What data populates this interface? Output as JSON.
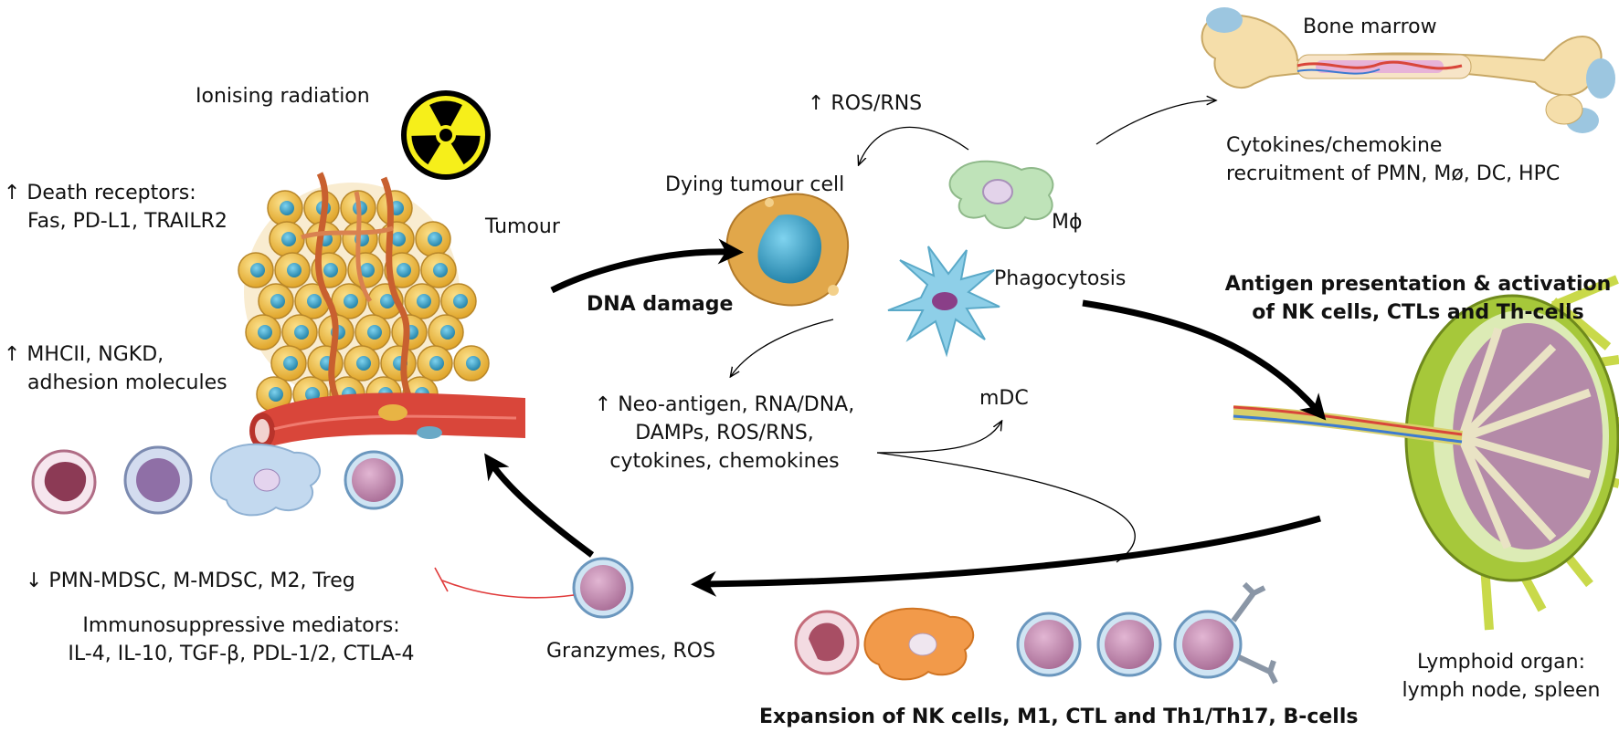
{
  "labels": {
    "ionising": "Ionising radiation",
    "tumour": "Tumour",
    "death_receptors": {
      "line1": "↑ Death receptors:",
      "line2": "Fas, PD-L1, TRAILR2"
    },
    "mhc": {
      "line1": "↑ MHCII, NGKD,",
      "line2": "adhesion molecules"
    },
    "dying": "Dying tumour cell",
    "dna_damage": "DNA damage",
    "ros_rns": "↑ ROS/RNS",
    "mphi": "Mϕ",
    "phagocytosis": "Phagocytosis",
    "mdc": "mDC",
    "neo": {
      "line1": "↑ Neo-antigen, RNA/DNA,",
      "line2": "DAMPs, ROS/RNS,",
      "line3": "cytokines, chemokines"
    },
    "bone_marrow": "Bone marrow",
    "cytokines": {
      "line1": "Cytokines/chemokine",
      "line2": "recruitment of PMN, Mø, DC, HPC"
    },
    "antigen": {
      "line1": "Antigen presentation & activation",
      "line2": "of NK cells, CTLs and Th-cells"
    },
    "lymphoid": {
      "line1": "Lymphoid organ:",
      "line2": "lymph node, spleen"
    },
    "expansion": "Expansion of NK cells, M1, CTL and Th1/Th17, B-cells",
    "granzymes": "Granzymes, ROS",
    "suppress": "↓ PMN-MDSC, M-MDSC, M2, Treg",
    "immuno": {
      "line1": "Immunosuppressive mediators:",
      "line2": "IL-4, IL-10, TGF-β, PDL-1/2, CTLA-4"
    }
  },
  "colors": {
    "tumour_cell": "#f2c24a",
    "nucleus": "#2f9bc0",
    "vessel": "#d9463a",
    "bone": "#f5deaa",
    "bone_cap": "#9cc6e0",
    "lymph_outer": "#a6c83a",
    "lymph_inner": "#b48aa8",
    "macrophage": "#bfe3b9",
    "dendritic": "#8ecfe8",
    "lymphocyte": "#c995b8",
    "orange_macrophage": "#f29a4a",
    "inhibit_line": "#e03a3a",
    "radiation_yellow": "#f6ef1a"
  }
}
